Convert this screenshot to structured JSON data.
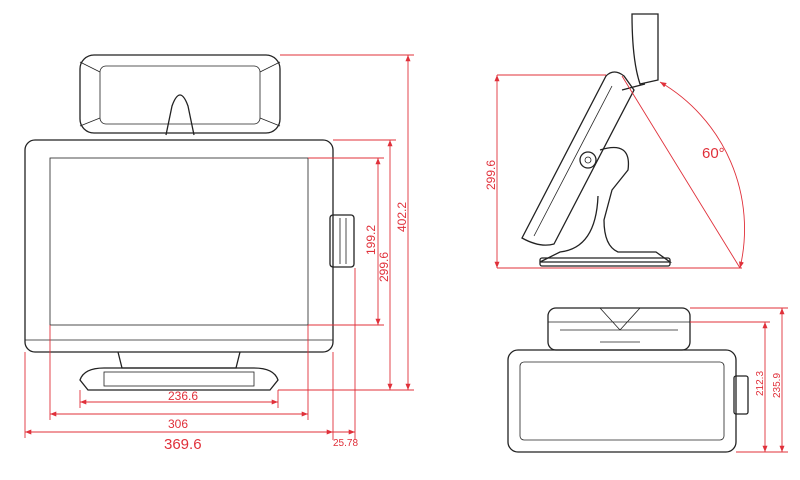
{
  "front_view": {
    "dims": {
      "base_width": "236.6",
      "screen_width": "306",
      "overall_width": "369.6",
      "msr_offset": "25.78",
      "screen_height": "199.2",
      "monitor_height": "299.6",
      "overall_height": "402.2"
    }
  },
  "side_view": {
    "dims": {
      "height": "299.6",
      "tilt_angle": "60°"
    }
  },
  "top_view": {
    "dims": {
      "depth": "212.3",
      "overall_depth": "235.9"
    }
  },
  "colors": {
    "dimension": "#e0303a",
    "outline": "#222222"
  }
}
